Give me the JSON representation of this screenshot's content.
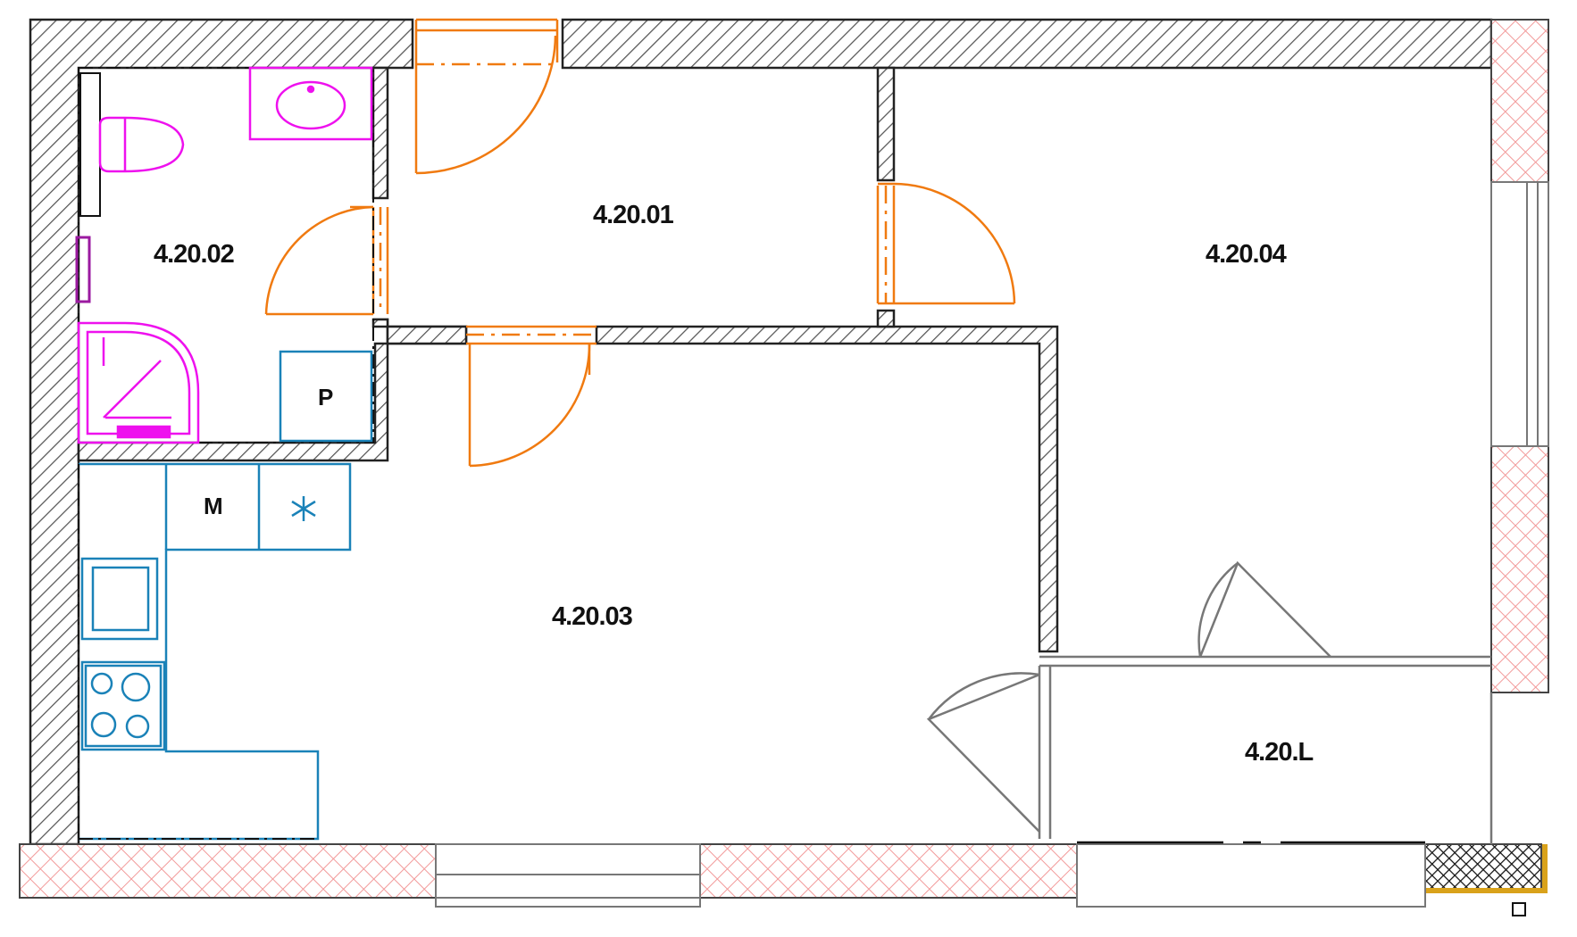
{
  "rooms": {
    "r01": "4.20.01",
    "r02": "4.20.02",
    "r03": "4.20.03",
    "r04": "4.20.04",
    "rL": "4.20.L"
  },
  "fixtures": {
    "p_label": "P",
    "m_label": "M"
  },
  "colors": {
    "wall_hatch": "#555555",
    "exterior_hatch": "#f29a9a",
    "door": "#f07a10",
    "sanitary": "#ee11ee",
    "kitchen": "#1a82b8",
    "window": "#777777",
    "gold": "#d9a21b"
  },
  "icons": {
    "toilet": "toilet-icon",
    "sink": "washbasin-icon",
    "shower": "shower-icon",
    "heater": "towel-radiator-icon",
    "fridge": "snowflake-icon",
    "kitchen_sink": "kitchen-sink-icon",
    "hob": "hob-icon"
  }
}
